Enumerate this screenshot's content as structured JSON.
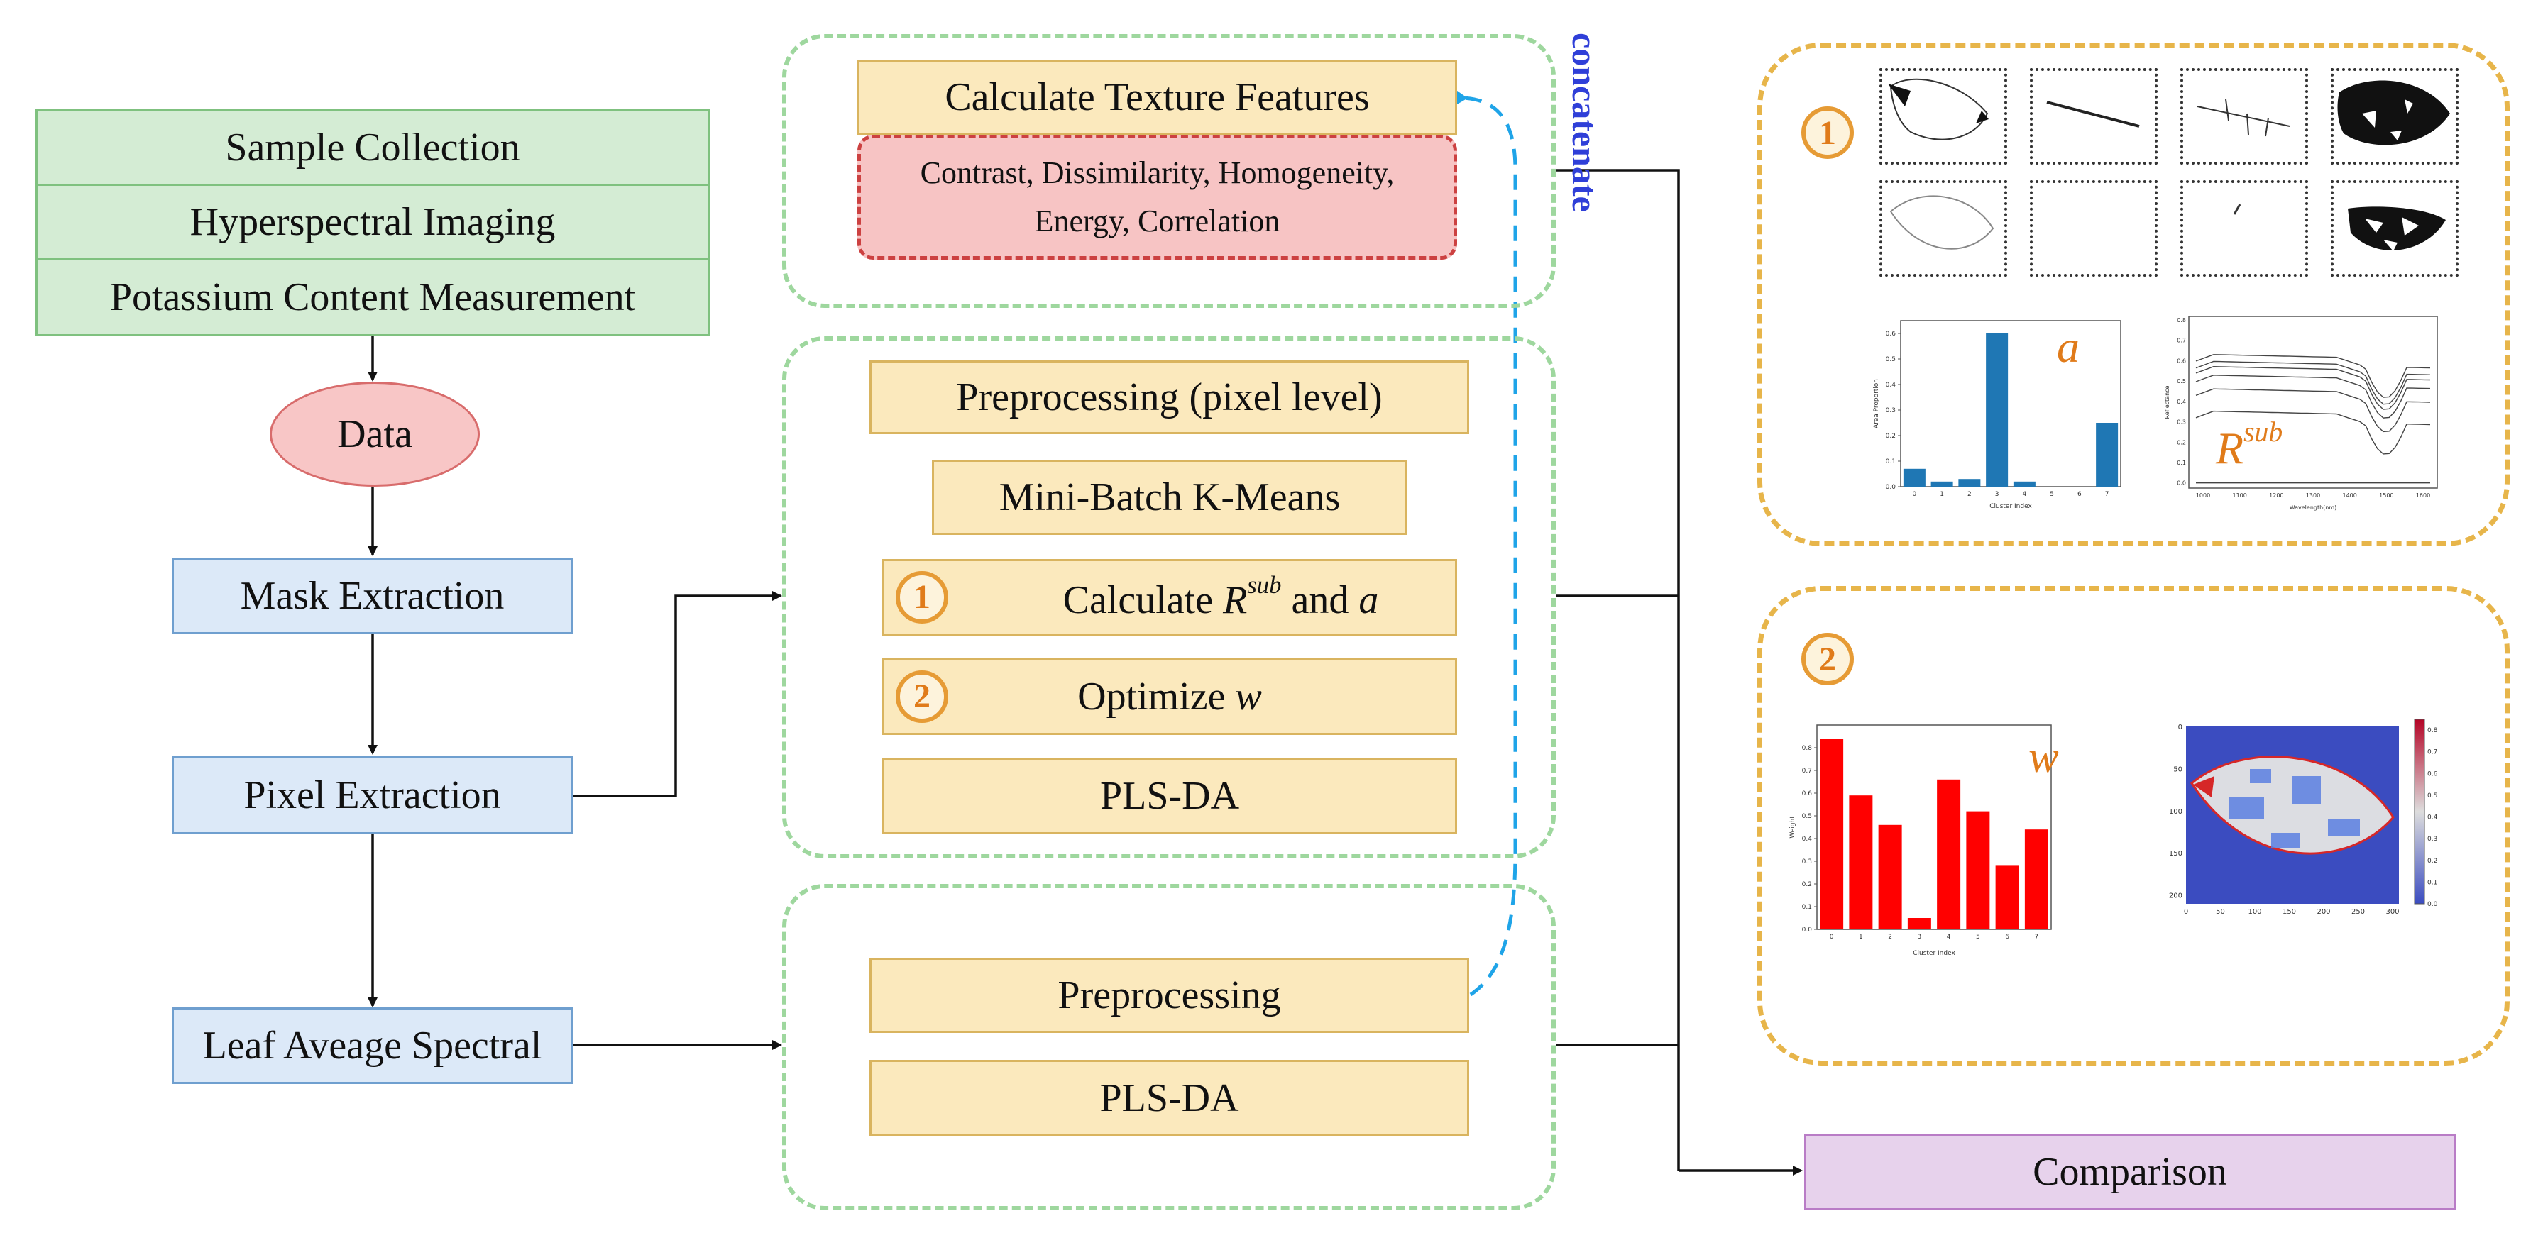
{
  "pipeline": {
    "step1": "Sample Collection",
    "step2": "Hyperspectral Imaging",
    "step3": "Potassium Content Measurement",
    "data": "Data",
    "mask": "Mask Extraction",
    "pixel": "Pixel Extraction",
    "leaf": "Leaf Aveage Spectral"
  },
  "texture": {
    "title": "Calculate Texture Features",
    "features_line1": "Contrast, Dissimilarity,  Homogeneity,",
    "features_line2": "Energy, Correlation",
    "concat_label": "concatenate"
  },
  "pixel_branch": {
    "preprocessing": "Preprocessing (pixel level)",
    "kmeans": "Mini-Batch K-Means",
    "step1_num": "1",
    "step1_text": "Calculate ",
    "step1_sym": "R",
    "step1_sup": "sub",
    "step1_and": " and ",
    "step1_a": "a",
    "step2_num": "2",
    "step2_text": "Optimize ",
    "step2_w": "w",
    "plsda": "PLS-DA"
  },
  "leaf_branch": {
    "preprocessing": "Preprocessing",
    "plsda": "PLS-DA"
  },
  "comparison": "Comparison",
  "panel1": {
    "num": "1",
    "label_a": "a",
    "label_rsub_base": "R",
    "label_rsub_sup": "sub",
    "bar_chart": {
      "type": "bar",
      "xlabel": "Cluster Index",
      "ylabel": "Area Proportion",
      "categories": [
        "0",
        "1",
        "2",
        "3",
        "4",
        "5",
        "6",
        "7"
      ],
      "values": [
        0.07,
        0.02,
        0.03,
        0.6,
        0.02,
        0.0,
        0.0,
        0.25
      ],
      "ylim": [
        0,
        0.65
      ],
      "yticks": [
        "0.0",
        "0.1",
        "0.2",
        "0.3",
        "0.4",
        "0.5",
        "0.6"
      ],
      "color": "#1f77b4"
    },
    "line_chart": {
      "type": "line",
      "xlabel": "Wavelength(nm)",
      "ylabel": "Reflectance",
      "xticks": [
        "1000",
        "1100",
        "1200",
        "1300",
        "1400",
        "1500",
        "1600"
      ],
      "yticks": [
        "0.0",
        "0.1",
        "0.2",
        "0.3",
        "0.4",
        "0.5",
        "0.6",
        "0.7",
        "0.8"
      ]
    }
  },
  "panel2": {
    "num": "2",
    "label_w": "w",
    "bar_chart": {
      "type": "bar",
      "xlabel": "Cluster Index",
      "ylabel": "Weight",
      "categories": [
        "0",
        "1",
        "2",
        "3",
        "4",
        "5",
        "6",
        "7"
      ],
      "values": [
        0.84,
        0.59,
        0.46,
        0.05,
        0.66,
        0.52,
        0.28,
        0.44
      ],
      "ylim": [
        0,
        0.9
      ],
      "yticks": [
        "0.0",
        "0.1",
        "0.2",
        "0.3",
        "0.4",
        "0.5",
        "0.6",
        "0.7",
        "0.8"
      ],
      "color": "#ff0000"
    },
    "heatmap": {
      "xticks": [
        "0",
        "50",
        "100",
        "150",
        "200",
        "250",
        "300"
      ],
      "yticks": [
        "0",
        "50",
        "100",
        "150",
        "200"
      ],
      "cbar_ticks": [
        "0.0",
        "0.1",
        "0.2",
        "0.3",
        "0.4",
        "0.5",
        "0.6",
        "0.7",
        "0.8"
      ]
    }
  },
  "colors": {
    "green_dash": "#9ed79e",
    "orange_dash": "#e7b54a",
    "concat_arrow": "#1fa4e8"
  }
}
